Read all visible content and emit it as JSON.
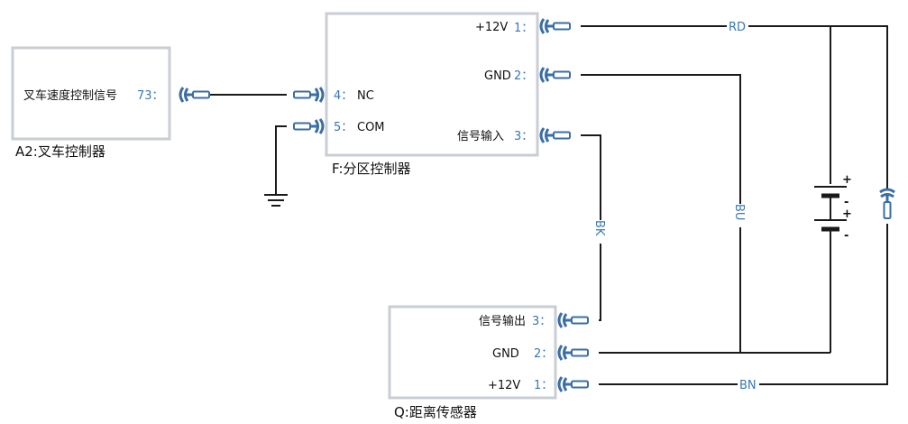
{
  "devices": {
    "a2": {
      "label": "A2:叉车控制器",
      "pin_name": "叉车速度控制信号",
      "pin_num": "73："
    },
    "f": {
      "label": "F:分区控制器",
      "pins": [
        {
          "name": "+12V",
          "num": "1："
        },
        {
          "name": "GND",
          "num": "2："
        },
        {
          "name": "信号输入",
          "num": "3："
        },
        {
          "name": "NC",
          "num": "4："
        },
        {
          "name": "COM",
          "num": "5："
        }
      ]
    },
    "q": {
      "label": "Q:距离传感器",
      "pins": [
        {
          "name": "信号输出",
          "num": "3："
        },
        {
          "name": "GND",
          "num": "2："
        },
        {
          "name": "+12V",
          "num": "1："
        }
      ]
    }
  },
  "wires": {
    "rd": "RD",
    "bu": "BU",
    "bk": "BK",
    "bn": "BN"
  },
  "battery": {
    "plus1": "+",
    "minus1": "-",
    "plus2": "+",
    "minus2": "-"
  },
  "colors": {
    "connector": "#3a6ea5",
    "pin_number": "#3a78b5",
    "wire": "#1a1a1a",
    "box_border": "#c9ced3"
  },
  "icons": [
    "connector-icon",
    "ground-icon",
    "battery-icon"
  ]
}
